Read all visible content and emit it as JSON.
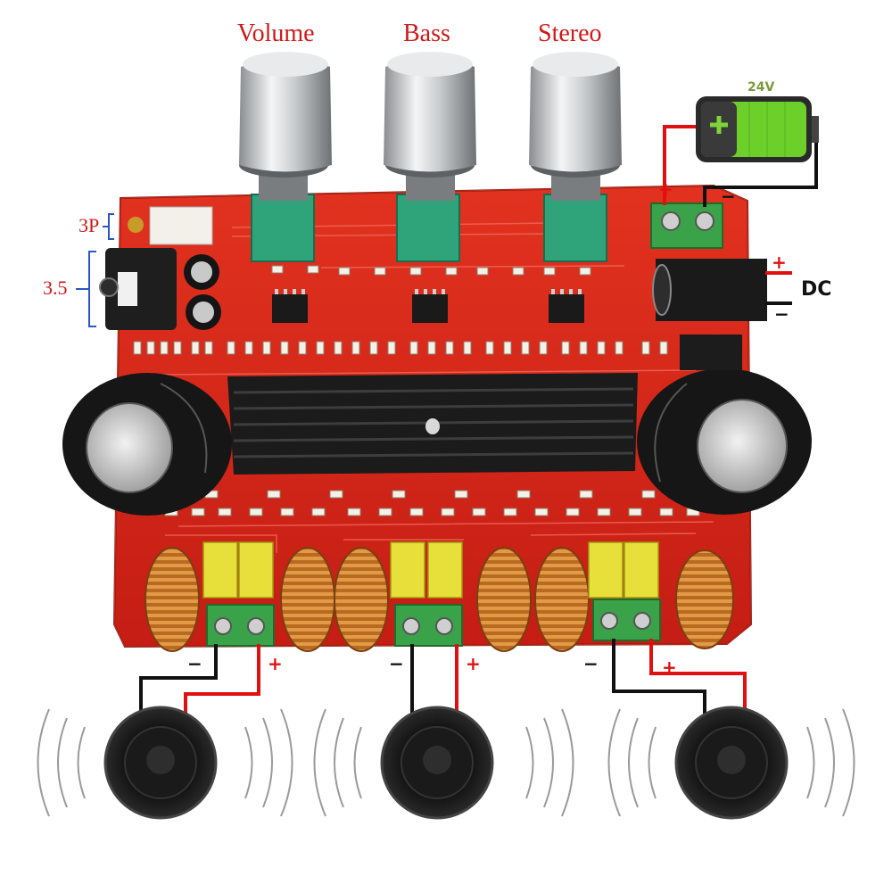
{
  "labels": {
    "volume": "Volume",
    "bass": "Bass",
    "stereo": "Stereo",
    "three_p": "3P",
    "jack": "3.5",
    "battery": "24V",
    "dc": "DC"
  },
  "signs": {
    "plus": "+",
    "minus": "−"
  },
  "colors": {
    "board": "#d8261c",
    "heatsink": "#1c1c1c",
    "knob": "#c9cccf",
    "pot": "#2fa37a",
    "terminal": "#3aa34a",
    "capacitor_yellow": "#e8e03a",
    "inductor": "#c8782a",
    "wire_red": "#e01010",
    "wire_black": "#111111",
    "battery_green": "#6ccf2a"
  },
  "icons": [
    "knob-icon",
    "potentiometer-icon",
    "battery-icon",
    "speaker-icon",
    "sound-wave-icon",
    "capacitor-icon",
    "inductor-icon",
    "terminal-block-icon"
  ]
}
